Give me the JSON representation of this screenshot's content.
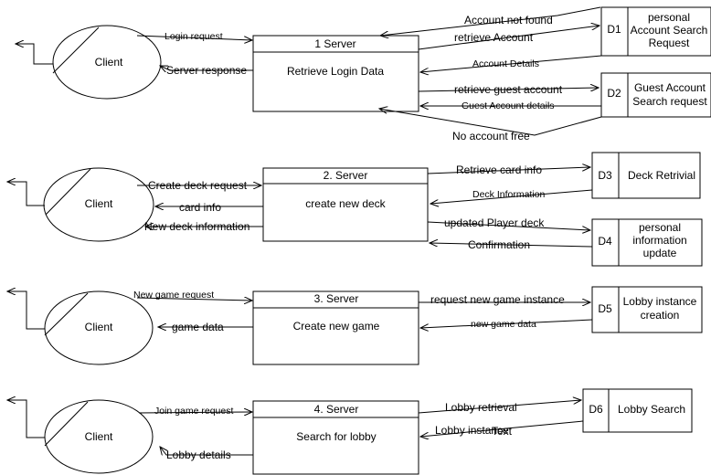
{
  "rows": [
    {
      "client": "Client",
      "process_title": "1 Server",
      "process_body": "Retrieve Login Data",
      "in_label": "Login request",
      "out_label": "Server response",
      "stores": [
        {
          "id": "D1",
          "name": [
            "personal",
            "Account Search",
            "Request"
          ]
        },
        {
          "id": "D2",
          "name": [
            "Guest Account",
            "Search request"
          ]
        }
      ],
      "flows": [
        "Account not found",
        "retrieve Account",
        "Account Details",
        "retrieve guest account",
        "Guest Account details",
        "No account free"
      ]
    },
    {
      "client": "Client",
      "process_title": "2. Server",
      "process_body": "create new deck",
      "in_label": "Create deck request",
      "out_labels": [
        "card info",
        "New deck information"
      ],
      "stores": [
        {
          "id": "D3",
          "name": [
            "Deck Retrivial"
          ]
        },
        {
          "id": "D4",
          "name": [
            "personal",
            "information",
            "update"
          ]
        }
      ],
      "flows": [
        "Retrieve card info",
        "Deck Information",
        "updated Player deck",
        "Confirmation"
      ]
    },
    {
      "client": "Client",
      "process_title": "3. Server",
      "process_body": "Create new game",
      "in_label": "New game request",
      "out_label": "game data",
      "stores": [
        {
          "id": "D5",
          "name": [
            "Lobby instance",
            "creation"
          ]
        }
      ],
      "flows": [
        "request new game instance",
        "new game data"
      ]
    },
    {
      "client": "Client",
      "process_title": "4. Server",
      "process_body": "Search for lobby",
      "in_label": "Join game request",
      "out_label": "Lobby details",
      "stores": [
        {
          "id": "D6",
          "name": [
            "Lobby Search"
          ]
        }
      ],
      "flows": [
        "Lobby retrieval",
        "Lobby instance",
        "Text"
      ]
    }
  ]
}
